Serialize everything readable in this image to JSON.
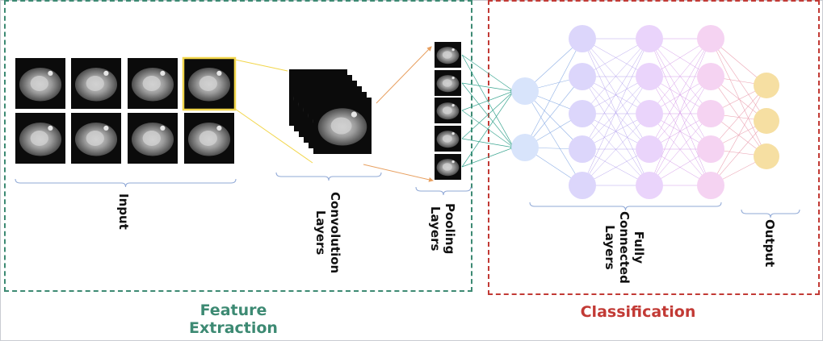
{
  "sections": {
    "feature_extraction": {
      "title_line1": "Feature",
      "title_line2": "Extraction",
      "color": "#3d8a73"
    },
    "classification": {
      "title": "Classification",
      "color": "#c23a35"
    }
  },
  "labels": {
    "input": "Input",
    "convolution_line1": "Convolution",
    "convolution_line2": "Layers",
    "pooling_line1": "Pooling",
    "pooling_line2": "Layers",
    "fully_connected_line1": "Fully",
    "fully_connected_line2": "Connected",
    "fully_connected_line3": "Layers",
    "output": "Output"
  },
  "network": {
    "pooled_nodes": 2,
    "hidden_layer_nodes": [
      5,
      5,
      5
    ],
    "output_nodes": 3,
    "colors": {
      "input_node": "#d8e4fb",
      "hidden_1": "#dcd6fb",
      "hidden_2": "#ead4fb",
      "hidden_3": "#f5d3f2",
      "output_node": "#f6dfa2"
    }
  },
  "colors": {
    "highlight": "#f2d64b",
    "arrow": "#e8a060",
    "brace": "#8fa8d6"
  }
}
